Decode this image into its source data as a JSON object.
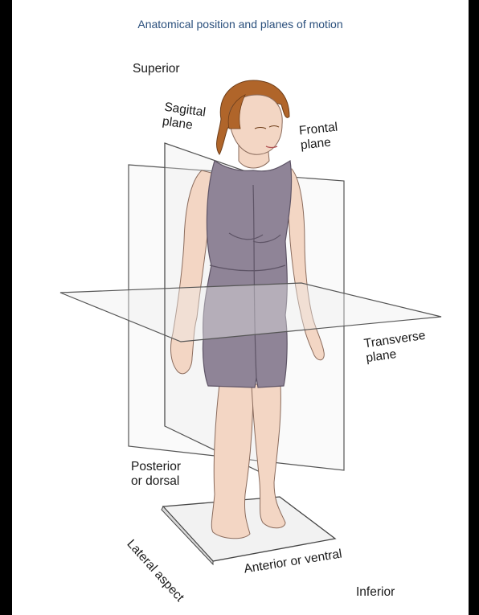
{
  "title": "Anatomical position and planes of motion",
  "labels": {
    "superior": "Superior",
    "sagittal_plane": "Sagittal\nplane",
    "frontal_plane": "Frontal\nplane",
    "transverse_plane": "Transverse\nplane",
    "posterior": "Posterior\nor dorsal",
    "lateral_aspect": "Lateral aspect",
    "anterior": "Anterior or ventral",
    "inferior": "Inferior"
  },
  "colors": {
    "background": "#000000",
    "panel": "#ffffff",
    "title": "#2a4f7c",
    "bodysuit": "#8f8497",
    "skin": "#f3d6c4",
    "hair": "#b0652a",
    "plane_line": "#555555"
  }
}
